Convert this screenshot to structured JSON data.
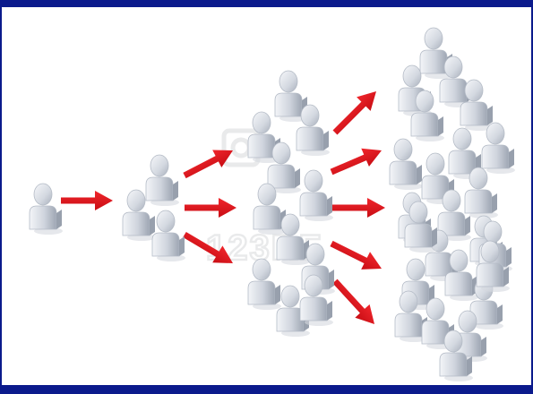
{
  "image": {
    "watermark_text": "123RF",
    "colors": {
      "frame": "#0b1a8c",
      "arrow": "#e3131b",
      "figure_light": "#eef0f4",
      "figure_mid": "#c9ced8",
      "figure_dark": "#9aa2b0"
    },
    "stages": [
      {
        "name": "source",
        "figure_count": 1,
        "arrow_count": 1
      },
      {
        "name": "stage-2",
        "figure_count": 3,
        "arrow_count": 3
      },
      {
        "name": "stage-3",
        "figure_count": 11,
        "arrow_count": 5
      },
      {
        "name": "stage-4",
        "figure_count": 24,
        "arrow_count": 0
      }
    ]
  }
}
